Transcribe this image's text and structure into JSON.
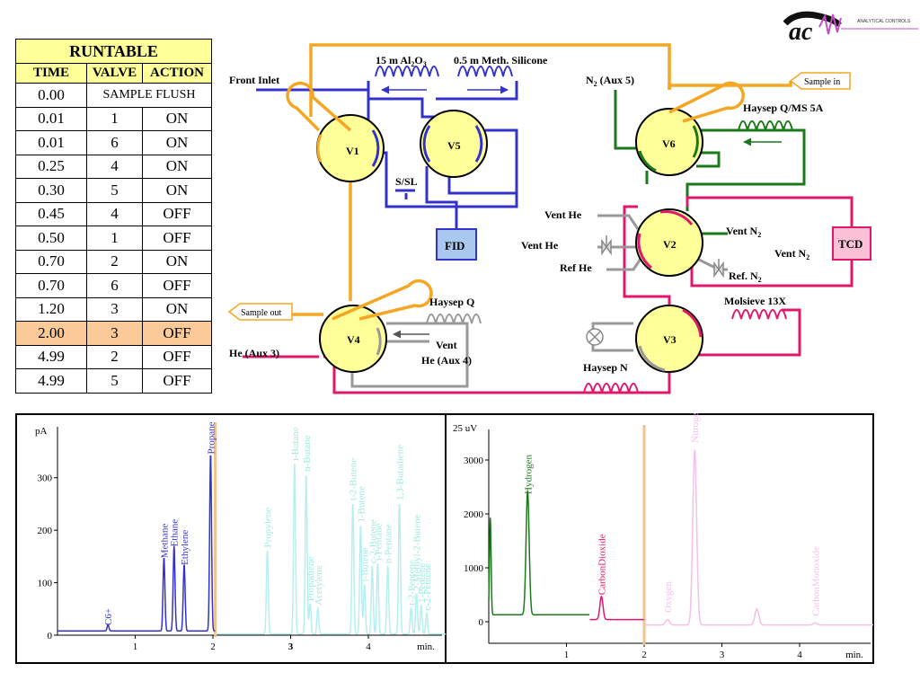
{
  "runtable": {
    "title": "RUNTABLE",
    "headers": [
      "TIME",
      "VALVE",
      "ACTION"
    ],
    "rows": [
      {
        "time": "0.00",
        "valve": "",
        "action": "SAMPLE FLUSH"
      },
      {
        "time": "0.01",
        "valve": "1",
        "action": "ON"
      },
      {
        "time": "0.01",
        "valve": "6",
        "action": "ON"
      },
      {
        "time": "0.25",
        "valve": "4",
        "action": "ON"
      },
      {
        "time": "0.30",
        "valve": "5",
        "action": "ON"
      },
      {
        "time": "0.45",
        "valve": "4",
        "action": "OFF"
      },
      {
        "time": "0.50",
        "valve": "1",
        "action": "OFF"
      },
      {
        "time": "0.70",
        "valve": "2",
        "action": "ON"
      },
      {
        "time": "0.70",
        "valve": "6",
        "action": "OFF"
      },
      {
        "time": "1.20",
        "valve": "3",
        "action": "ON"
      },
      {
        "time": "2.00",
        "valve": "3",
        "action": "OFF"
      },
      {
        "time": "4.99",
        "valve": "2",
        "action": "OFF"
      },
      {
        "time": "4.99",
        "valve": "5",
        "action": "OFF"
      }
    ],
    "highlight_color": "#fcc998"
  },
  "logo": {
    "mark": "ac",
    "text": "ANALYTICAL CONTROLS"
  },
  "schematic": {
    "valves": {
      "v1": "V1",
      "v2": "V2",
      "v3": "V3",
      "v4": "V4",
      "v5": "V5",
      "v6": "V6"
    },
    "labels": {
      "front_inlet": "Front Inlet",
      "col_al2o3": "15 m Al",
      "col_al2o3_sub2": "2",
      "col_al2o3_o": "O",
      "col_al2o3_sub3": "3",
      "col_silicone": "0.5 m Meth. Silicone",
      "n2_aux5": "N",
      "n2_aux5_sub": "2",
      "n2_aux5_rest": " (Aux 5)",
      "sample_in": "Sample in",
      "haysep_q_ms5a": "Haysep Q/MS 5A",
      "s_sl": "S/SL",
      "fid": "FID",
      "vent_he_1": "Vent He",
      "vent_he_2": "Vent He",
      "ref_he": "Ref He",
      "vent_n2_1": "Vent N",
      "vent_n2_2": "Vent N",
      "n2_sub": "2",
      "ref_n2": "Ref. N",
      "tcd": "TCD",
      "sample_out": "Sample out",
      "haysep_q": "Haysep Q",
      "vent": "Vent",
      "he_aux4": "He (Aux 4)",
      "he_aux3": "He (Aux 3)",
      "molsieve": "Molsieve 13X",
      "haysep_n": "Haysep N"
    },
    "colors": {
      "blue": "#3333cc",
      "orange": "#f5a623",
      "green": "#1a7a1a",
      "pink": "#e0186c",
      "gray": "#999999",
      "valve_fill": "#ffff99",
      "fid_fill": "#a8c8f0",
      "tcd_fill": "#f9c0d8"
    }
  },
  "chart_data": [
    {
      "type": "line",
      "panel": "FID chromatogram",
      "ylabel": "pA",
      "xlabel": "min.",
      "ylim": [
        0,
        380
      ],
      "xlim": [
        0,
        5
      ],
      "y_ticks": [
        0,
        100,
        200,
        300
      ],
      "x_ticks": [
        "1",
        "2",
        "3",
        "4"
      ],
      "cut_time": 2.03,
      "series": [
        {
          "color": "#3333cc",
          "color_after_cut": "#b8eef0"
        }
      ],
      "peaks": [
        {
          "name": "C6+",
          "t": 0.65,
          "h": 12
        },
        {
          "name": "Methane",
          "t": 1.37,
          "h": 140
        },
        {
          "name": "Ethane",
          "t": 1.5,
          "h": 162
        },
        {
          "name": "Ethylene",
          "t": 1.63,
          "h": 127
        },
        {
          "name": "Propane",
          "t": 1.97,
          "h": 338
        },
        {
          "name": "Propylene",
          "t": 2.7,
          "h": 160
        },
        {
          "name": "i-Butane",
          "t": 3.05,
          "h": 325
        },
        {
          "name": "n-Butane",
          "t": 3.2,
          "h": 305
        },
        {
          "name": "Propadiene",
          "t": 3.25,
          "h": 58
        },
        {
          "name": "Acetylene",
          "t": 3.35,
          "h": 50
        },
        {
          "name": "t-2-Butene",
          "t": 3.8,
          "h": 250
        },
        {
          "name": "1-Butene",
          "t": 3.9,
          "h": 208
        },
        {
          "name": "i-Butene",
          "t": 3.95,
          "h": 95
        },
        {
          "name": "c-2-Butene",
          "t": 4.05,
          "h": 130
        },
        {
          "name": "i-Pentane",
          "t": 4.12,
          "h": 135
        },
        {
          "name": "n-Pentane",
          "t": 4.25,
          "h": 130
        },
        {
          "name": "1,3-Butadiene",
          "t": 4.4,
          "h": 250
        },
        {
          "name": "t-2-Pentene",
          "t": 4.55,
          "h": 50
        },
        {
          "name": "2-Methyl-2-Butene",
          "t": 4.62,
          "h": 78
        },
        {
          "name": "1-Pentene",
          "t": 4.68,
          "h": 55
        },
        {
          "name": "c-2-Pentene",
          "t": 4.75,
          "h": 40
        }
      ]
    },
    {
      "type": "line",
      "panel": "TCD chromatogram",
      "ylabel": "25 uV",
      "xlabel": "min.",
      "ylim": [
        -400,
        3400
      ],
      "xlim": [
        0,
        5
      ],
      "y_ticks": [
        0,
        1000,
        2000,
        3000
      ],
      "x_ticks": [
        "1",
        "2",
        "3",
        "4"
      ],
      "cut_time": 2.0,
      "series": [
        {
          "color": "#1a7a1a"
        },
        {
          "color": "#e0186c"
        },
        {
          "color": "#f5c0e8"
        }
      ],
      "peaks": [
        {
          "name": "Hydrogen",
          "t": 0.5,
          "h": 2300,
          "color": "#1a7a1a"
        },
        {
          "name": "CarbonDioxide",
          "t": 1.45,
          "h": 430,
          "color": "#e0186c"
        },
        {
          "name": "Oxygen",
          "t": 2.3,
          "h": 100,
          "color": "#f5c0e8"
        },
        {
          "name": "Nitrogen",
          "t": 2.65,
          "h": 3250,
          "color": "#f5c0e8"
        },
        {
          "name": "",
          "t": 3.45,
          "h": 300,
          "color": "#f5c0e8"
        },
        {
          "name": "CarbonMonoxide",
          "t": 4.2,
          "h": 40,
          "color": "#f5c0e8"
        }
      ]
    }
  ]
}
